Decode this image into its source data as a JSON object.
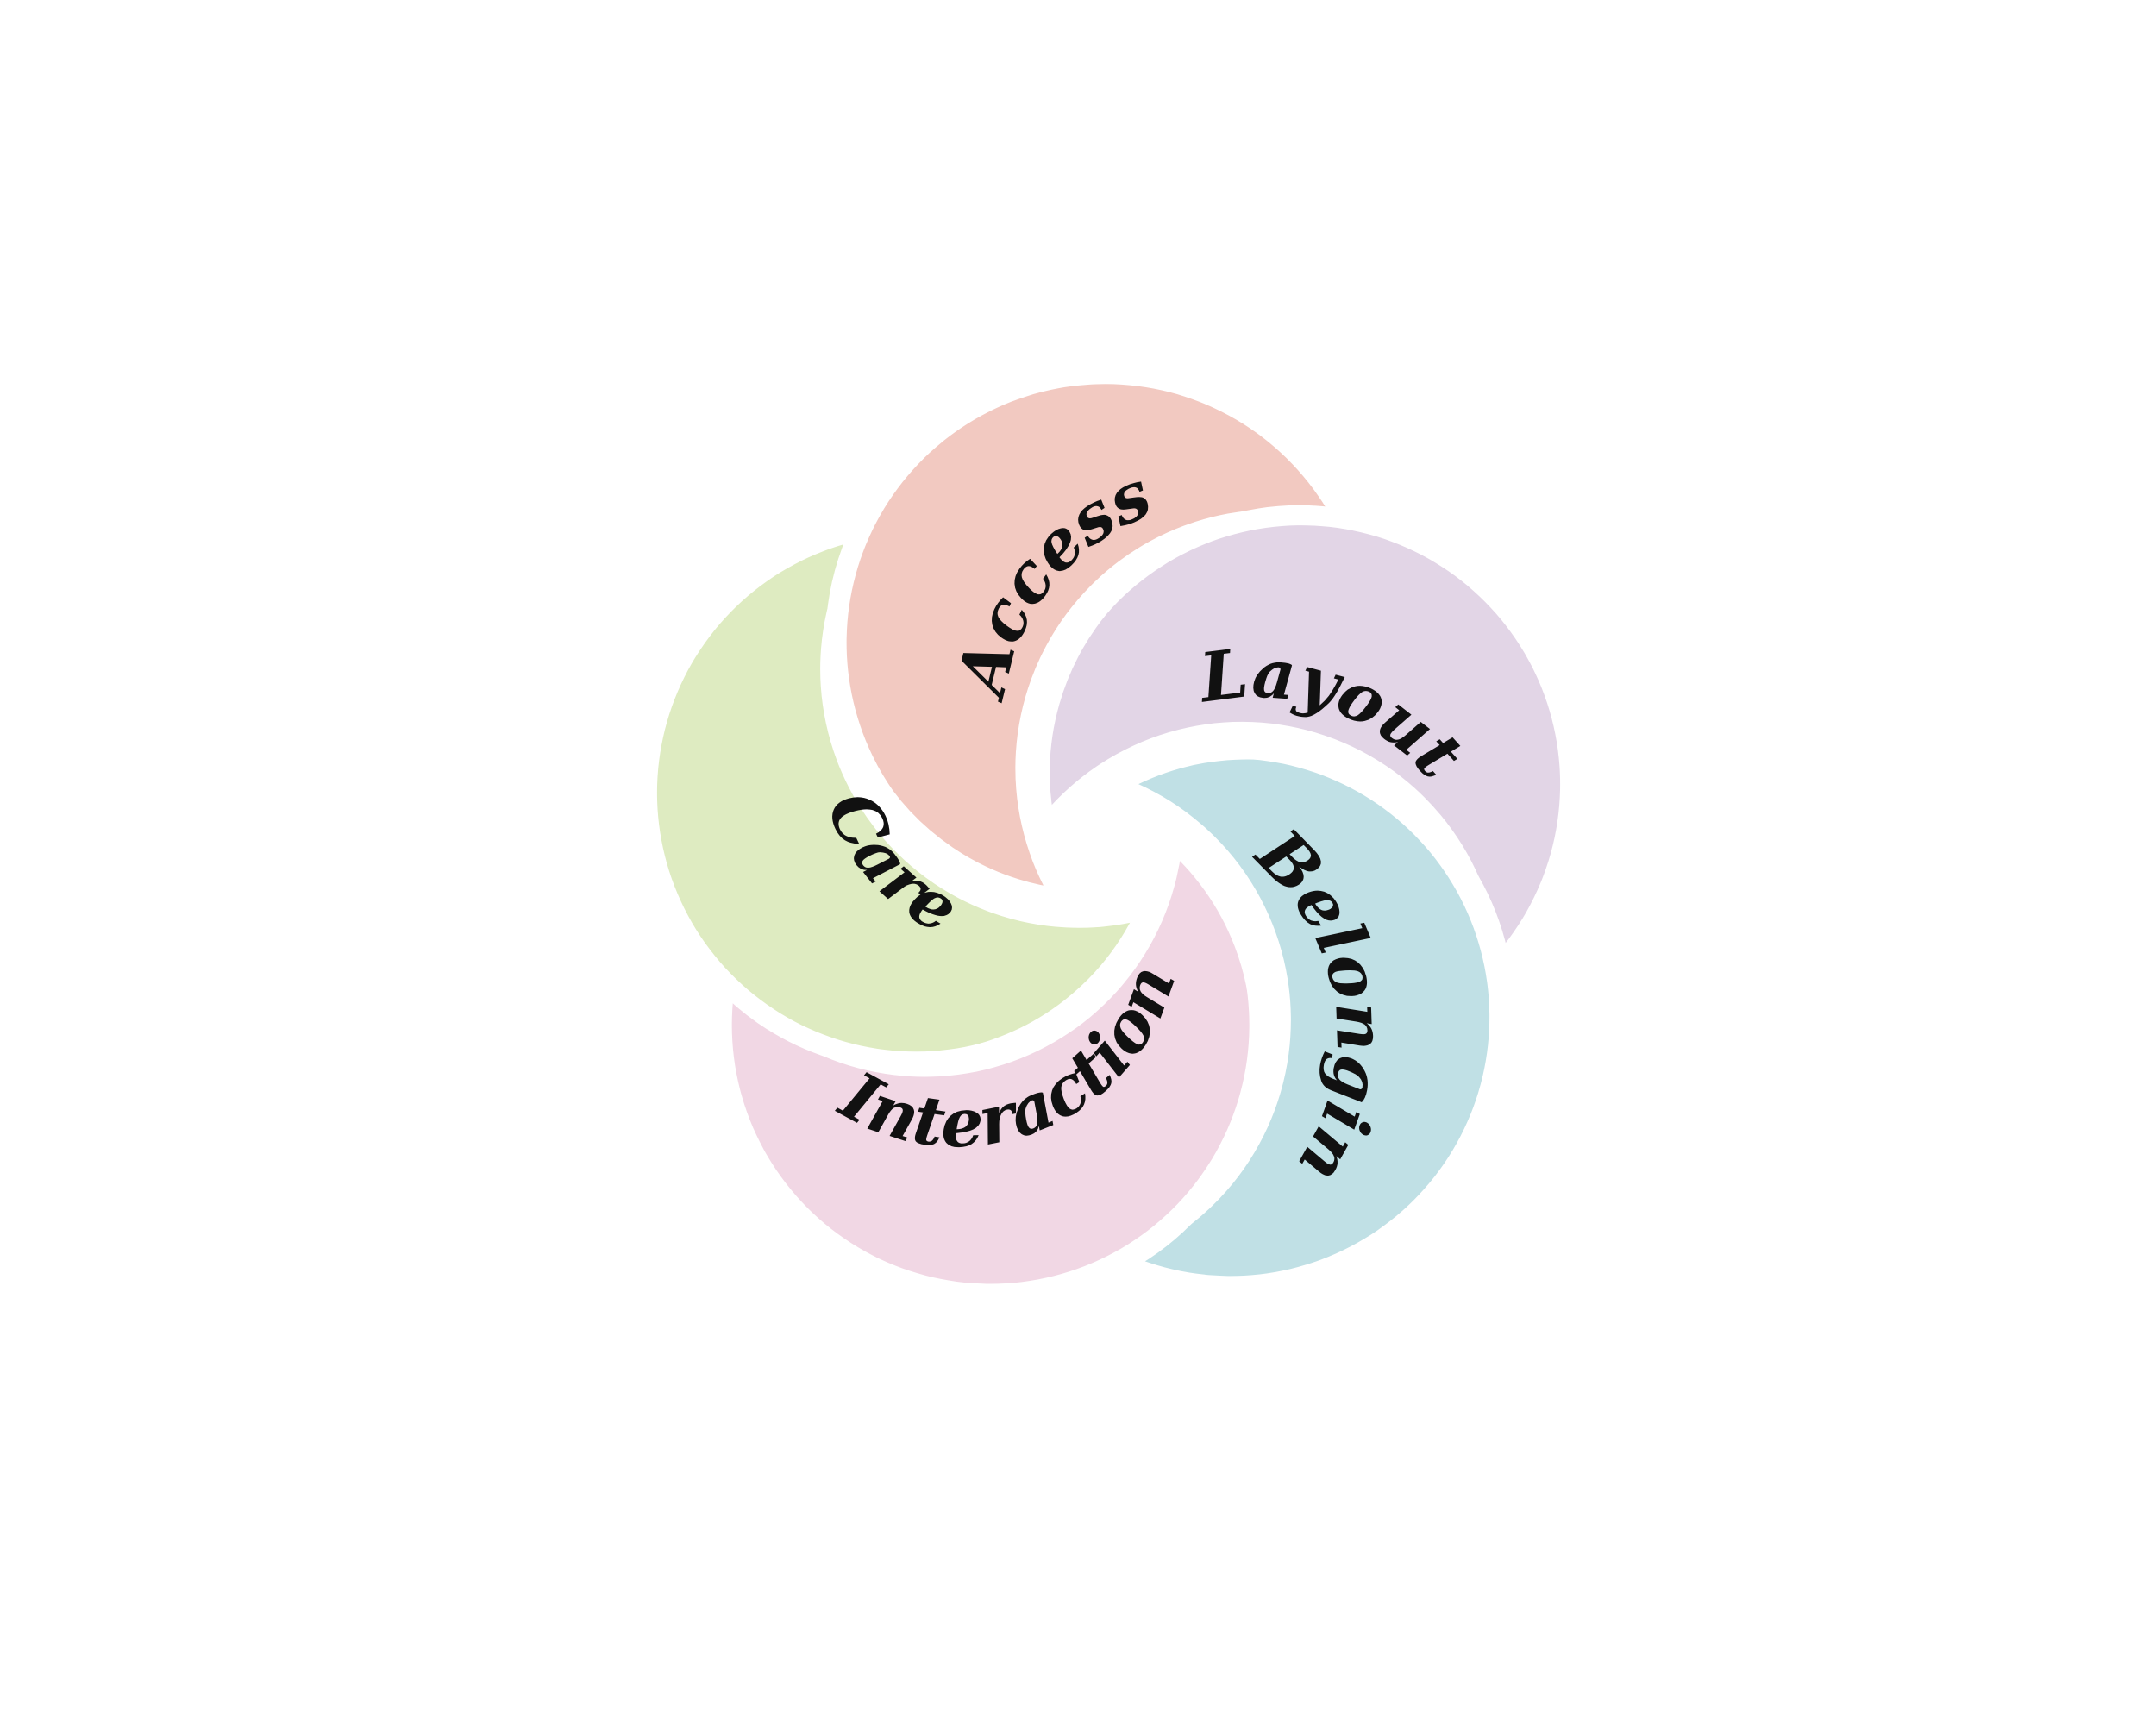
{
  "diagram": {
    "type": "pinwheel",
    "background": "#ffffff",
    "petals": [
      {
        "id": "access",
        "label": "Access",
        "color": "#f2c9c1"
      },
      {
        "id": "layout",
        "label": "Layout",
        "color": "#e2d5e6"
      },
      {
        "id": "belonging",
        "label": "Belonging",
        "color": "#c0e0e5"
      },
      {
        "id": "interaction",
        "label": "Interaction",
        "color": "#f1d7e4"
      },
      {
        "id": "care",
        "label": "Care",
        "color": "#deebc1"
      }
    ]
  }
}
